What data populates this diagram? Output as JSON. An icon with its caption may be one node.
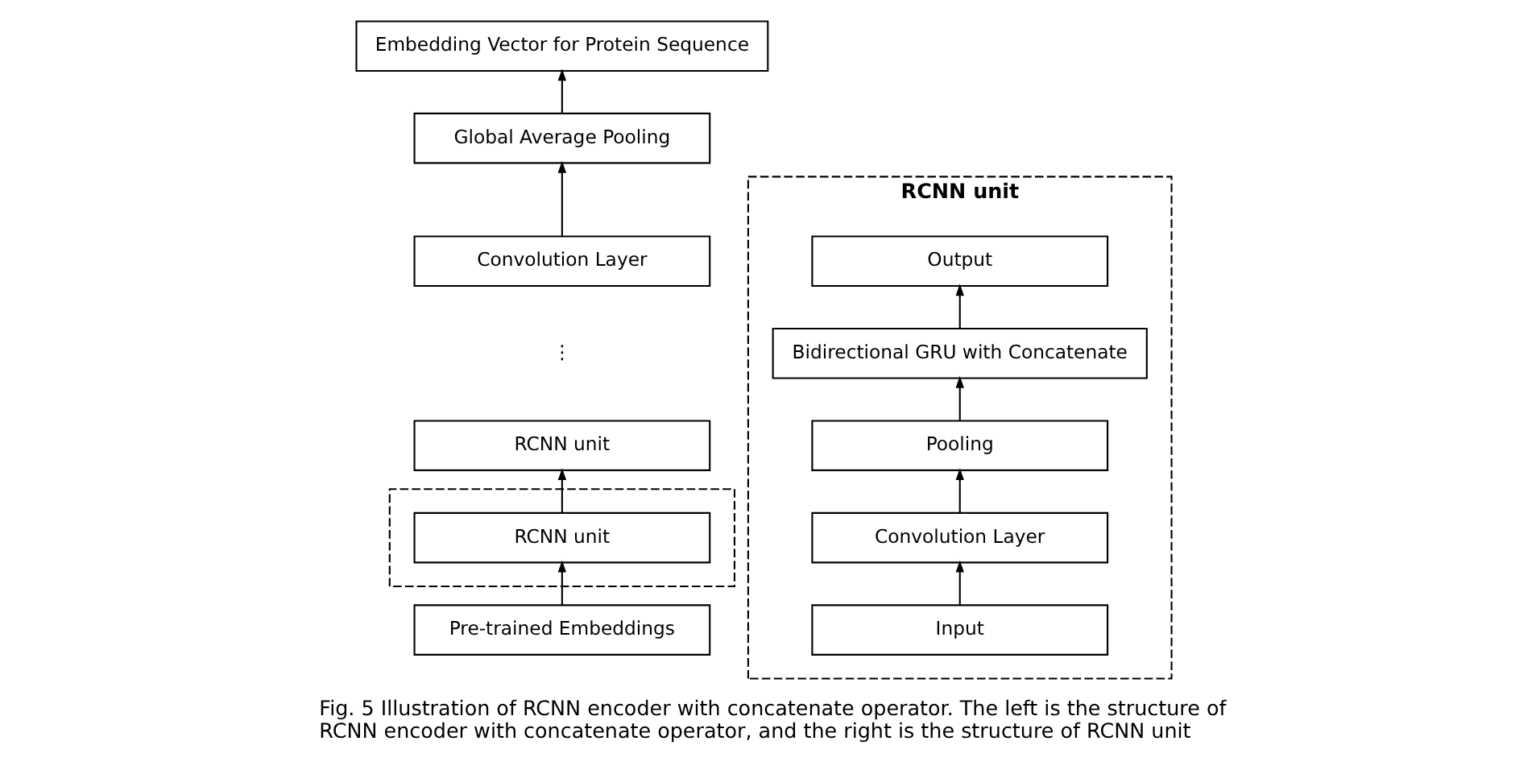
{
  "diagram": {
    "caption": "Fig. 5 Illustration of RCNN encoder with concatenate operator. The left is the structure of RCNN encoder with concatenate operator, and the right is the structure of RCNN unit",
    "nodes": [
      {
        "text": [
          "Embedding Vector for Protein Sequence"
        ]
      },
      {
        "text": [
          "Global Average Pooling"
        ]
      },
      {
        "text": [
          "Convolution Layer"
        ]
      },
      {
        "text": [
          "RCNN unit"
        ]
      },
      {
        "text": [],
        "shape": "box"
      },
      {
        "text": [
          "RCNN unit"
        ],
        "in": 4
      },
      {
        "text": [
          "Pre-trained Embeddings"
        ]
      },
      {
        "text": [
          "RCNN unit"
        ]
      },
      {
        "text": [
          "Output"
        ],
        "in": 7
      },
      {
        "text": [
          "Bidirectional GRU with Concatenate"
        ],
        "in": 7
      },
      {
        "text": [
          "Pooling"
        ],
        "in": 7
      },
      {
        "text": [
          "Convolution Layer"
        ],
        "in": 7
      },
      {
        "text": [
          "Input"
        ],
        "in": 7
      }
    ],
    "edges": [
      {
        "from": 6,
        "to": 5,
        "arrow": "to"
      },
      {
        "from": 5,
        "to": 3,
        "arrow": "to"
      },
      {
        "from": 2,
        "to": 1,
        "arrow": "to"
      },
      {
        "from": 1,
        "to": 0,
        "arrow": "to"
      },
      {
        "from": 12,
        "to": 11,
        "arrow": "to"
      },
      {
        "from": 11,
        "to": 10,
        "arrow": "to"
      },
      {
        "from": 10,
        "to": 9,
        "arrow": "to"
      },
      {
        "from": 9,
        "to": 8,
        "arrow": "to"
      }
    ],
    "labels": [
      "⋮"
    ]
  }
}
